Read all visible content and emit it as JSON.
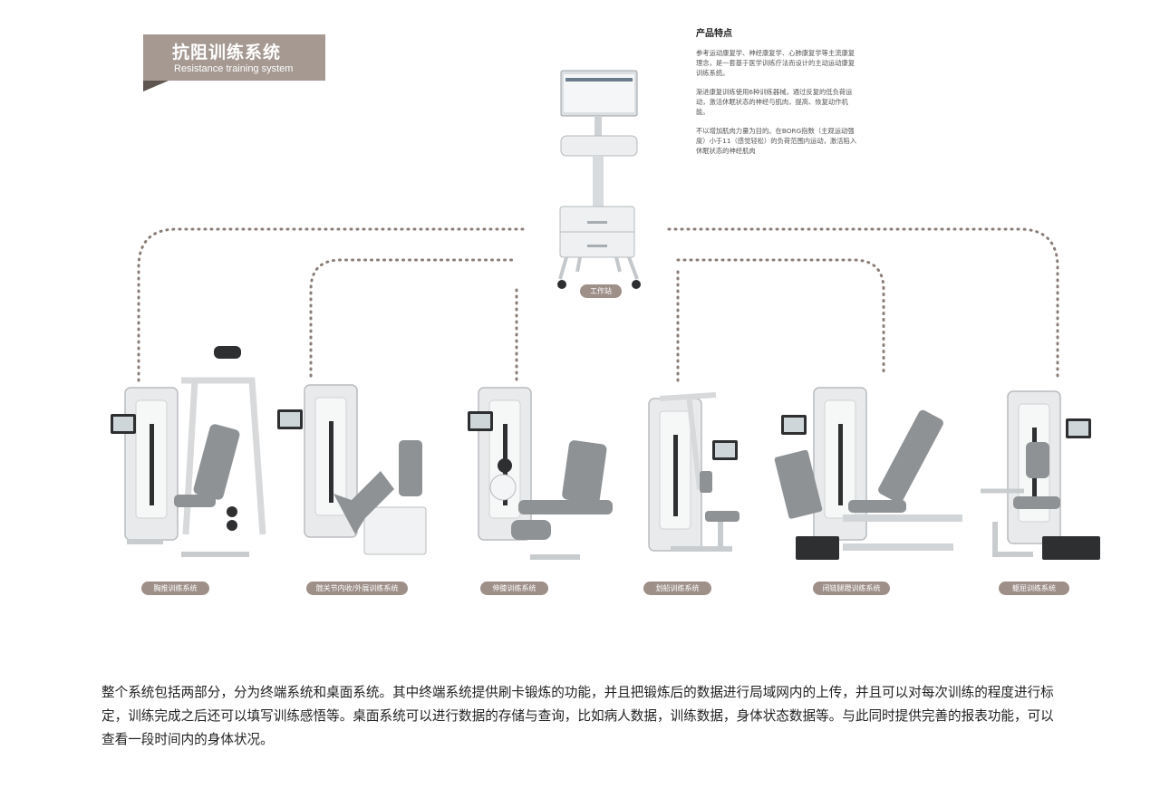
{
  "header": {
    "title_cn": "抗阻训练系统",
    "title_en": "Resistance training system"
  },
  "features": {
    "title": "产品特点",
    "paragraphs": [
      "参考运动康复学、神经康复学、心肺康复学等主流康复理念，是一套基于医学训练疗法而设计的主动运动康复训练系统。",
      "渐进康复训练使用6种训练器械，通过反复的低负荷运动，激活休眠状态的神经与肌肉，提高、恢复动作机能。",
      "不以增加肌肉力量为目的。在BORG指数（主观运动强度）小于11（感觉轻松）的负荷范围内运动，激活陷入休眠状态的神经肌肉"
    ]
  },
  "workstation": {
    "label": "工作站"
  },
  "machines": [
    {
      "label": "胸推训练系统"
    },
    {
      "label": "髋关节内收/外展训练系统"
    },
    {
      "label": "伸膝训练系统"
    },
    {
      "label": "划船训练系统"
    },
    {
      "label": "闭链腿蹬训练系统"
    },
    {
      "label": "躯屈训练系统"
    }
  ],
  "description": "整个系统包括两部分，分为终端系统和桌面系统。其中终端系统提供刷卡锻炼的功能，并且把锻炼后的数据进行局域网内的上传，并且可以对每次训练的程度进行标定，训练完成之后还可以填写训练感悟等。桌面系统可以进行数据的存储与查询，比如病人数据，训练数据，身体状态数据等。与此同时提供完善的报表功能，可以查看一段时间内的身体状况。",
  "colors": {
    "banner": "#a59992",
    "banner_fold": "#5e5550",
    "dotted_line": "#8a7d77",
    "pill": "#9e8f88",
    "machine_frame": "#e9eaeb",
    "machine_pad": "#8f9295",
    "machine_dark": "#2e2f31"
  }
}
